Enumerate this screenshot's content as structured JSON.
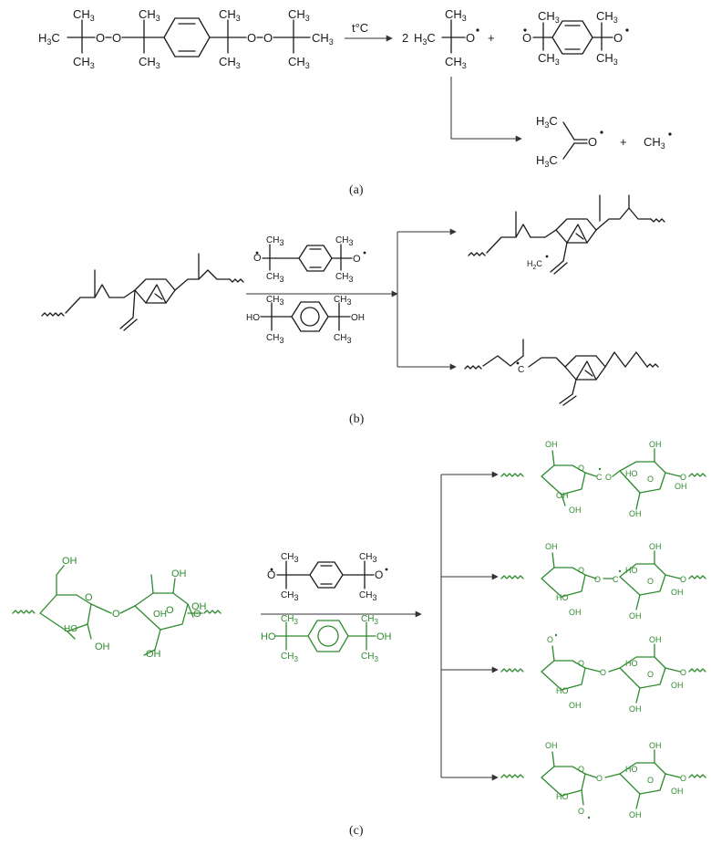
{
  "panel_a": {
    "condition": "t°C",
    "coefficient": "2",
    "plus1": "+",
    "plus2": "+",
    "caption": "(a)"
  },
  "panel_b": {
    "caption": "(b)",
    "radical_label": "H₂C•"
  },
  "panel_c": {
    "caption": "(c)"
  },
  "labels": {
    "H3C": "H₃C",
    "CH3": "CH₃",
    "CH3_radical": "CH₃•",
    "O_radical": "O•",
    "O": "O",
    "OH": "OH",
    "HO": "HO",
    "C_radical": "C•"
  }
}
